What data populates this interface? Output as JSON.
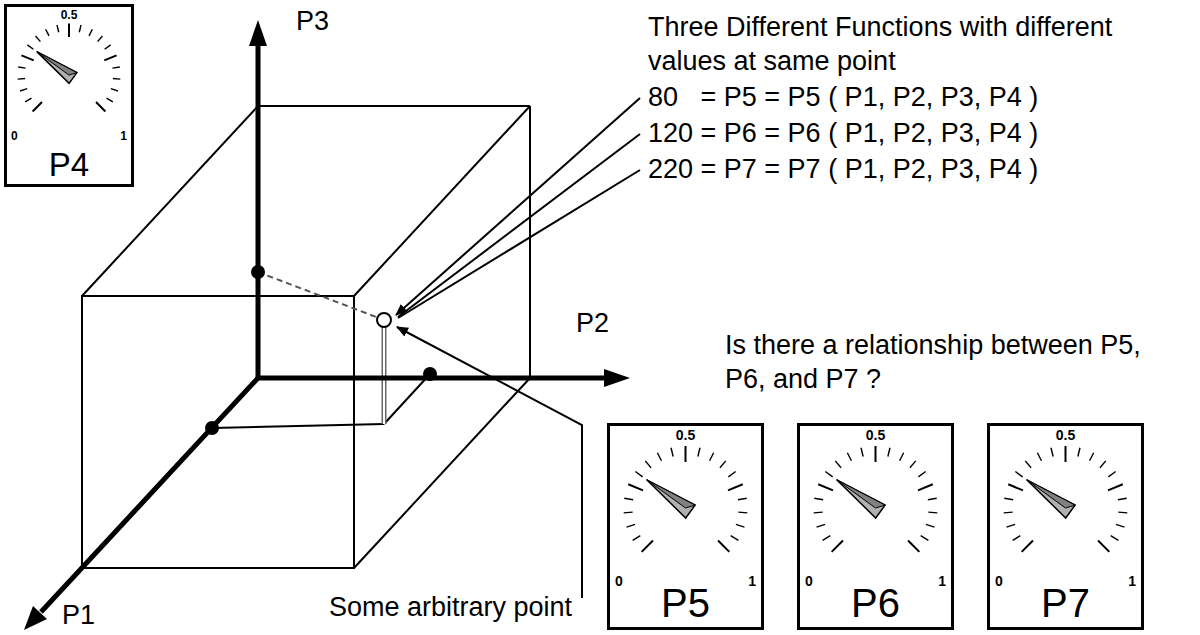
{
  "diagram": {
    "nodes": [
      {
        "text": [
          "0.5",
          "0",
          "1",
          "P4"
        ]
      },
      {
        "text": [
          "0.5",
          "0",
          "1",
          "P5"
        ]
      },
      {
        "text": [
          "0.5",
          "0",
          "1",
          "P6"
        ]
      },
      {
        "text": [
          "0.5",
          "0",
          "1",
          "P7"
        ]
      }
    ],
    "labels": [
      "P3",
      "P2",
      "P1",
      "Three Different Functions with different values at same point",
      "80   = P5 = P5 ( P1, P2, P3, P4 )",
      "120 = P6 = P6 ( P1, P2, P3, P4 )",
      "220 = P7 = P7 ( P1, P2, P3, P4 )",
      "Is there a relationship between P5, P6, and P7 ?",
      "Some arbitrary point"
    ]
  }
}
